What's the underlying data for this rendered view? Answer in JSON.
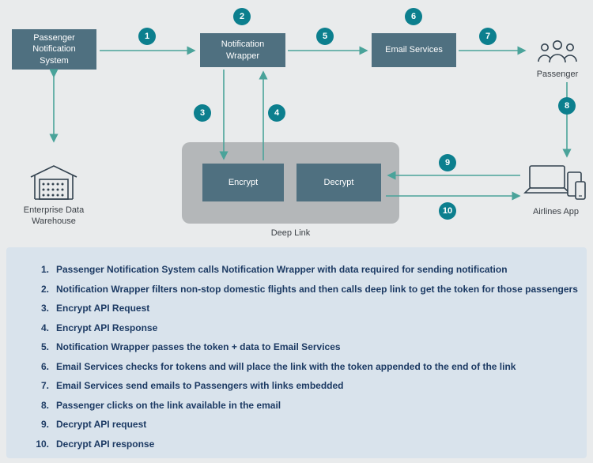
{
  "colors": {
    "background": "#e9ebec",
    "node_fill": "#4f7080",
    "badge_fill": "#0c7f8e",
    "arrow": "#4aa39a",
    "deeplink_fill": "#b4b7b9",
    "panel_fill": "#d9e3ec",
    "legend_text": "#1c3a63"
  },
  "nodes": {
    "pns": "Passenger Notification System",
    "notification_wrapper": "Notification Wrapper",
    "email_services": "Email Services",
    "passenger": "Passenger",
    "enterprise_data_warehouse": "Enterprise Data Warehouse",
    "deep_link": "Deep Link",
    "encrypt": "Encrypt",
    "decrypt": "Decrypt",
    "airlines_app": "Airlines App"
  },
  "badges": [
    "1",
    "2",
    "3",
    "4",
    "5",
    "6",
    "7",
    "8",
    "9",
    "10"
  ],
  "legend": {
    "items": [
      {
        "num": "1.",
        "text": "Passenger Notification System calls Notification Wrapper with data required for sending notification"
      },
      {
        "num": "2.",
        "text": "Notification Wrapper filters non-stop domestic flights and then calls deep link to get the token for those passengers"
      },
      {
        "num": "3.",
        "text": "Encrypt API Request"
      },
      {
        "num": "4.",
        "text": "Encrypt API Response"
      },
      {
        "num": "5.",
        "text": "Notification Wrapper passes the token + data to Email Services"
      },
      {
        "num": "6.",
        "text": "Email Services checks for tokens and will place the link with the token appended to the end of the link"
      },
      {
        "num": "7.",
        "text": "Email Services send emails to Passengers with links embedded"
      },
      {
        "num": "8.",
        "text": "Passenger clicks on the link available in the email"
      },
      {
        "num": "9.",
        "text": "Decrypt API request"
      },
      {
        "num": "10.",
        "text": "Decrypt API response"
      }
    ]
  }
}
